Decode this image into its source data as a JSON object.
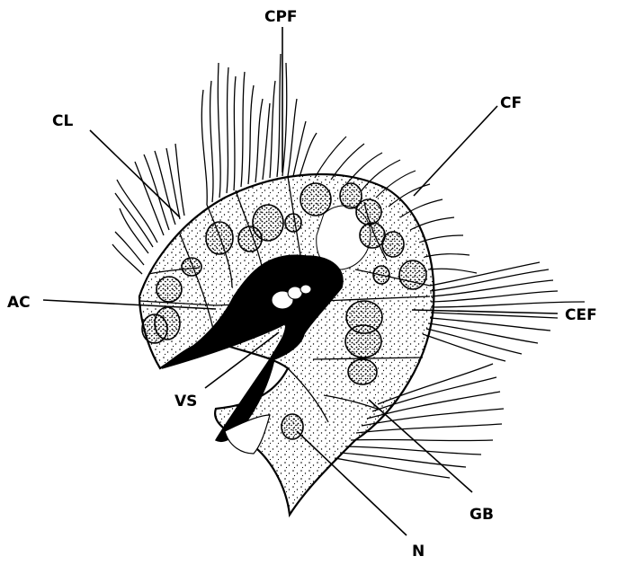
{
  "labels": {
    "cpf": "CPF",
    "cl": "CL",
    "cf": "CF",
    "ac": "AC",
    "cef": "CEF",
    "vs": "VS",
    "gb": "GB",
    "n": "N"
  },
  "colors": {
    "ink": "#000000",
    "paper": "#ffffff"
  }
}
